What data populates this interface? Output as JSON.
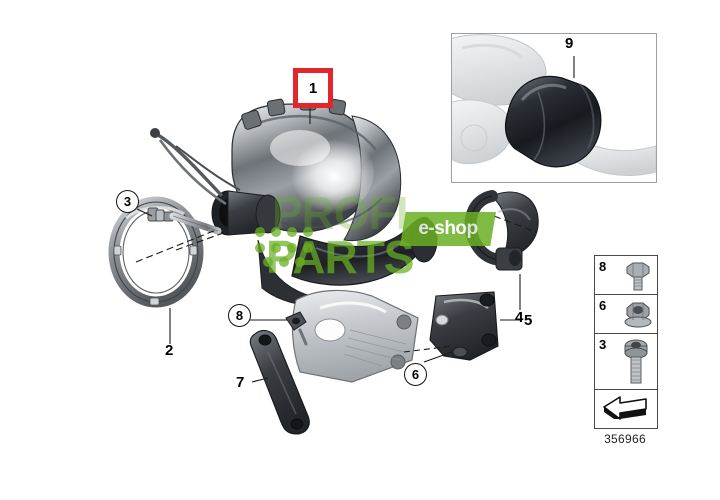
{
  "diagram": {
    "part_number": "356966",
    "background_color": "#ffffff",
    "highlight_color": "#e2262b",
    "watermark": {
      "line1": "PROFI",
      "line2": "PARTS",
      "badge": "e-shop",
      "color": "#6ab023"
    }
  },
  "callouts": [
    {
      "id": "1",
      "label": "1",
      "style": "red-box",
      "note": "main catalytic converter / turbo manifold assembly"
    },
    {
      "id": "2",
      "label": "2",
      "style": "plain",
      "note": "v-band clamp ring"
    },
    {
      "id": "3",
      "label": "3",
      "style": "circle",
      "note": "clamp bolt"
    },
    {
      "id": "4",
      "label": "4",
      "style": "plain",
      "note": "exhaust pipe clamp"
    },
    {
      "id": "5",
      "label": "5",
      "style": "plain",
      "note": "mounting bracket"
    },
    {
      "id": "6",
      "label": "6",
      "style": "circle",
      "note": "flange nut"
    },
    {
      "id": "7",
      "label": "7",
      "style": "plain",
      "note": "support strut"
    },
    {
      "id": "8",
      "label": "8",
      "style": "circle",
      "note": "hex bolt"
    },
    {
      "id": "9",
      "label": "9",
      "style": "plain",
      "note": "inset detail component"
    }
  ],
  "inset": {
    "callout": "9",
    "description": "detail view of dark cylindrical converter section"
  },
  "legend": {
    "cells": [
      {
        "number": "8",
        "icon": "hex-bolt-icon"
      },
      {
        "number": "6",
        "icon": "flange-nut-icon"
      },
      {
        "number": "3",
        "icon": "socket-bolt-icon"
      },
      {
        "number": "",
        "icon": "direction-arrow-icon"
      }
    ]
  }
}
